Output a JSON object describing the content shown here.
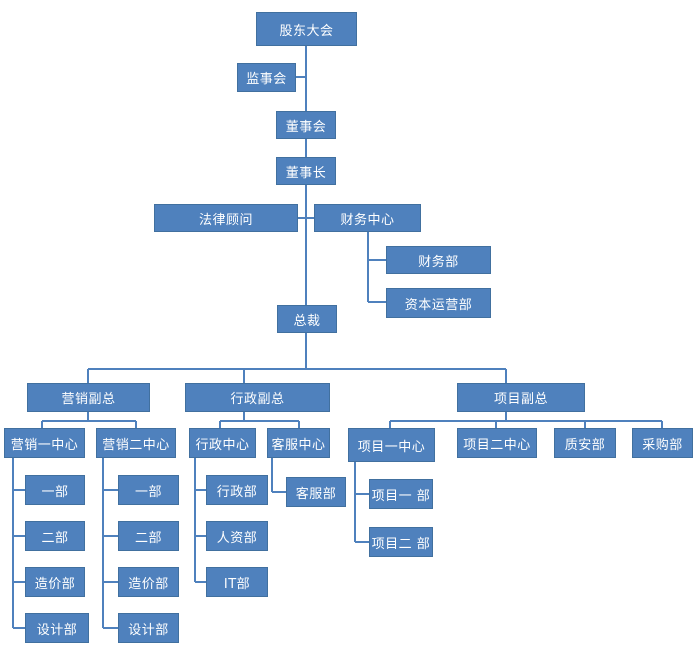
{
  "org": {
    "shareholders": "股东大会",
    "supervisors": "监事会",
    "board": "董事会",
    "chairman": "董事长",
    "legal": "法律顾问",
    "finance_center": "财务中心",
    "finance_dept": "财务部",
    "capital_dept": "资本运营部",
    "president": "总裁",
    "vp_marketing": "营销副总",
    "vp_admin": "行政副总",
    "vp_project": "项目副总",
    "marketing_center_1": "营销一中心",
    "marketing_center_2": "营销二中心",
    "admin_center": "行政中心",
    "service_center": "客服中心",
    "project_center_1": "项目一中心",
    "project_center_2": "项目二中心",
    "quality_dept": "质安部",
    "purchase_dept": "采购部",
    "m1_dept_1": "一部",
    "m1_dept_2": "二部",
    "m1_cost": "造价部",
    "m1_design": "设计部",
    "m2_dept_1": "一部",
    "m2_dept_2": "二部",
    "m2_cost": "造价部",
    "m2_design": "设计部",
    "admin_dept": "行政部",
    "hr_dept": "人资部",
    "it_dept": "IT部",
    "service_dept": "客服部",
    "project_dept_1": "项目一 部",
    "project_dept_2": "项目二 部"
  },
  "colors": {
    "box_fill": "#4f81bd",
    "box_border": "#41709f",
    "box_text": "#ffffff",
    "connector": "#4f81bd"
  }
}
